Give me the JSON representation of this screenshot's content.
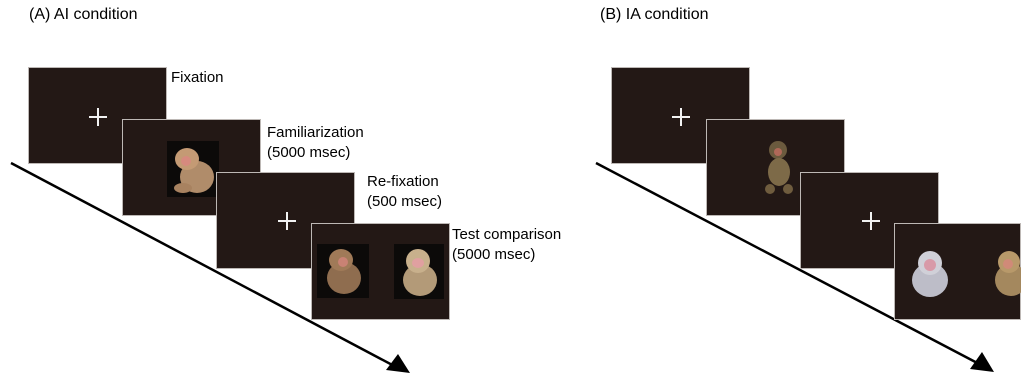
{
  "panel_a": {
    "title": "(A) AI condition",
    "steps": [
      {
        "name": "Fixation",
        "duration": ""
      },
      {
        "name": "Familiarization",
        "duration": "(5000 msec)"
      },
      {
        "name": "Re-fixation",
        "duration": "(500 msec)"
      },
      {
        "name": "Test comparison",
        "duration": "(5000 msec)"
      }
    ]
  },
  "panel_b": {
    "title": "(B) IA condition"
  },
  "colors": {
    "screen": "#231815",
    "cross": "#f2f2f2",
    "arrow": "#000000"
  },
  "icons": {
    "fixation": "fixation-cross-icon",
    "stimulus": "monkey-photo",
    "time": "time-arrow"
  }
}
